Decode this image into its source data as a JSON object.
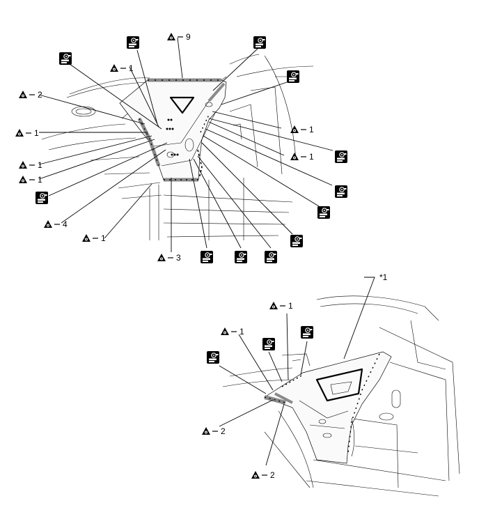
{
  "callouts": {
    "tri_minus_9": "9",
    "tri_minus_1": "1",
    "tri_minus_2": "2",
    "tri_minus_3": "3",
    "tri_minus_4": "4",
    "star_1": "*1"
  },
  "icons": {
    "triangle_marker": "triangle-dot-icon",
    "sealer_tube": "sealer-gun-icon"
  },
  "colors": {
    "line": "#000000",
    "sealer_band": "#8a8a8a",
    "background": "#ffffff"
  }
}
